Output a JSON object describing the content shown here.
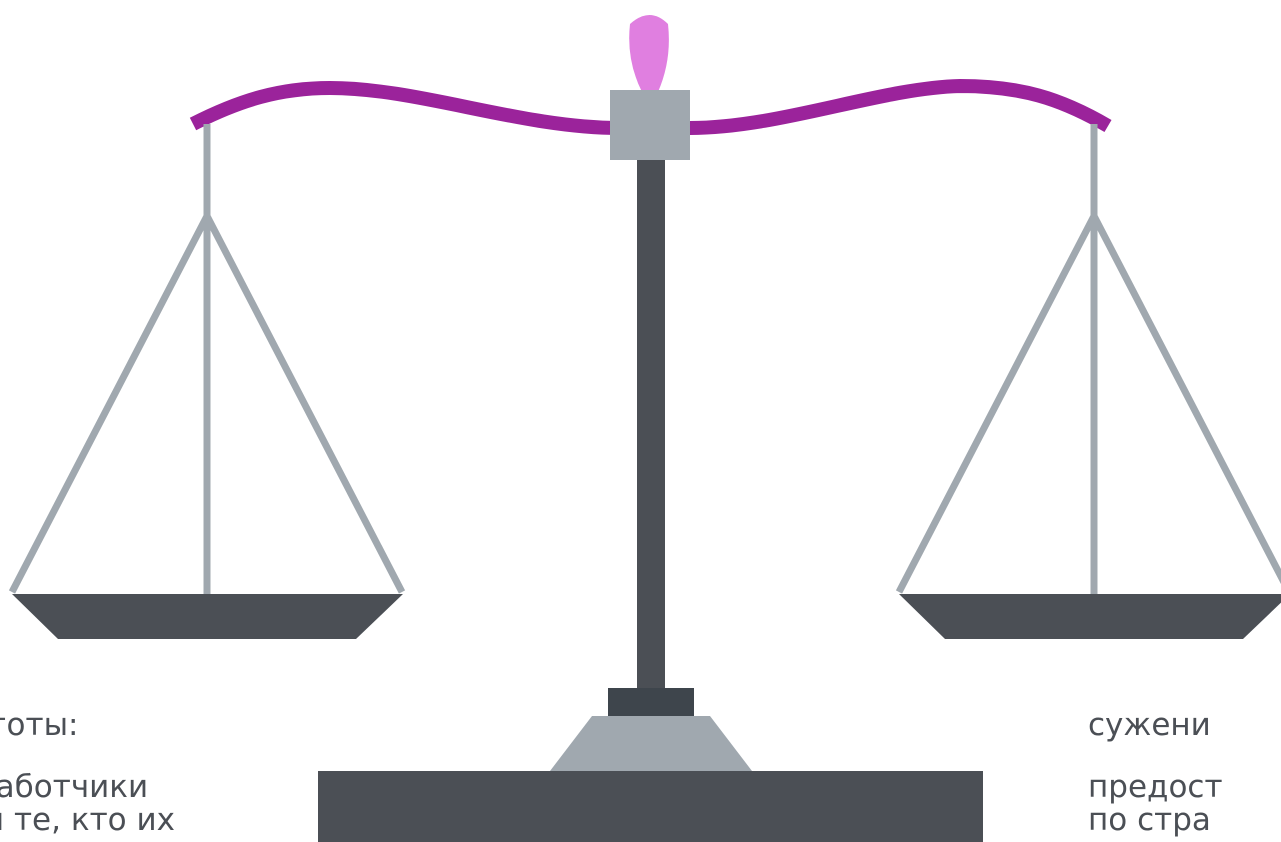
{
  "colors": {
    "beam": "#9b239b",
    "finial": "#e07fe0",
    "steel": "#a0a8af",
    "dark": "#4b4f55",
    "darker": "#3e454c",
    "text": "#4b4f55"
  },
  "left_caption": {
    "line1": "ьготы:",
    "line2": "работчики",
    "line3": "и те, кто их"
  },
  "right_caption": {
    "line1": "сужени",
    "line2": "предост",
    "line3": "по стра"
  }
}
